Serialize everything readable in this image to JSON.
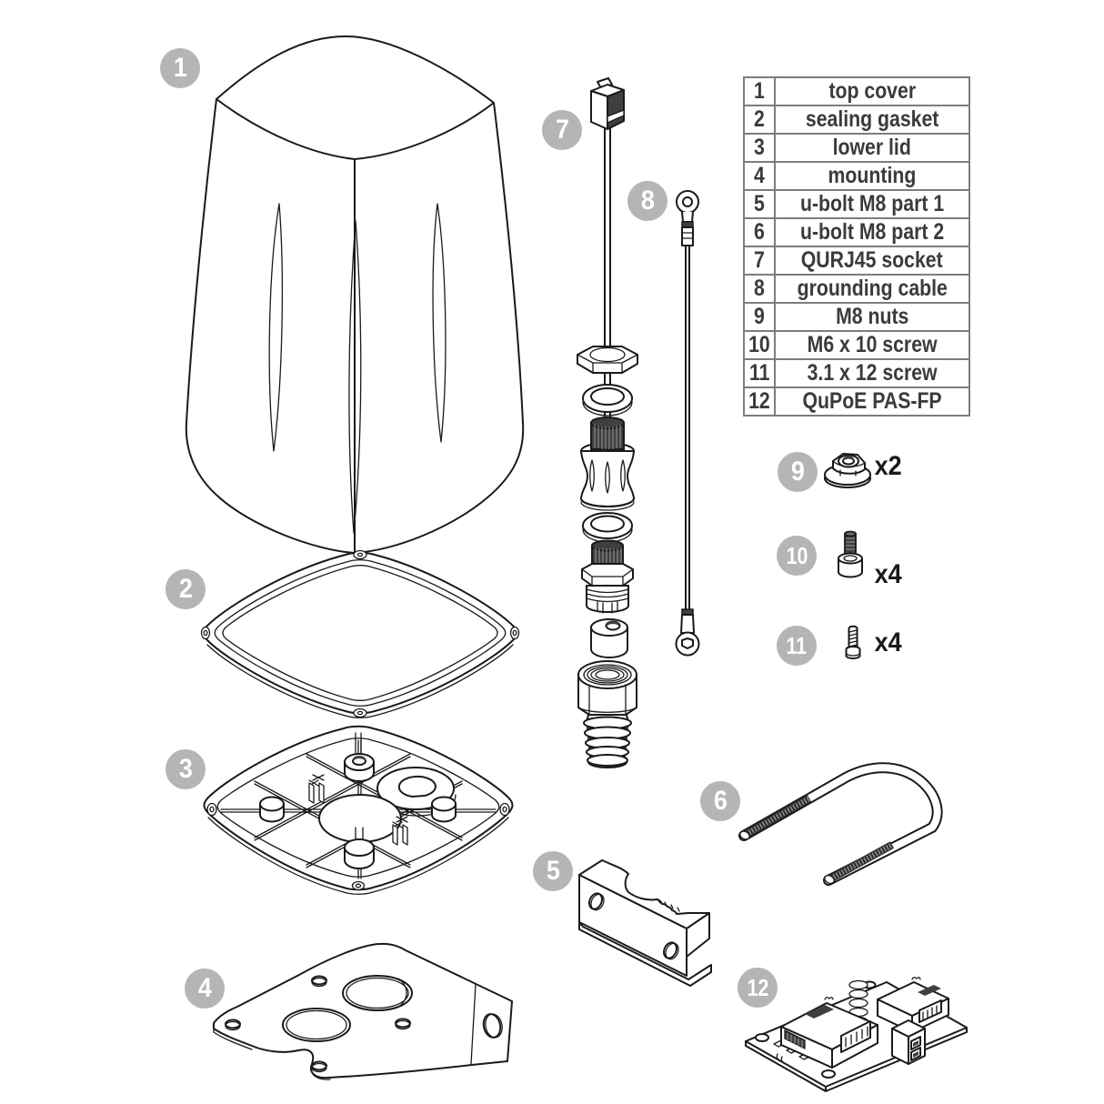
{
  "parts_table": {
    "rows": [
      {
        "num": "1",
        "name": "top cover"
      },
      {
        "num": "2",
        "name": "sealing gasket"
      },
      {
        "num": "3",
        "name": "lower lid"
      },
      {
        "num": "4",
        "name": "mounting"
      },
      {
        "num": "5",
        "name": "u-bolt M8 part 1"
      },
      {
        "num": "6",
        "name": "u-bolt M8 part 2"
      },
      {
        "num": "7",
        "name": "QURJ45 socket"
      },
      {
        "num": "8",
        "name": "grounding cable"
      },
      {
        "num": "9",
        "name": "M8 nuts"
      },
      {
        "num": "10",
        "name": "M6 x 10 screw"
      },
      {
        "num": "11",
        "name": "3.1 x 12 screw"
      },
      {
        "num": "12",
        "name": "QuPoE PAS-FP"
      }
    ]
  },
  "hardware": {
    "m8_nuts_qty": "x2",
    "m6_screws_qty": "x4",
    "small_screws_qty": "x4"
  },
  "colors": {
    "callout_circle": "#b5b5b5",
    "callout_text": "#ffffff",
    "line_art": "#1a1a1a",
    "dark_fill": "#3f3f3f",
    "table_border": "#7d7d7d",
    "table_text": "#3b3b3b",
    "background": "#ffffff"
  }
}
